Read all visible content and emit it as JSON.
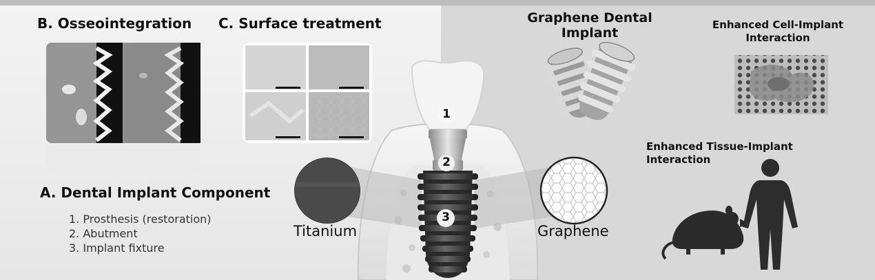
{
  "labels": {
    "osseointegration": "B. Osseointegration",
    "surface_treatment": "C. Surface treatment",
    "component_title": "A. Dental Implant Component",
    "titanium": "Titanium",
    "graphene": "Graphene",
    "graphene_implant": "Graphene Dental Implant",
    "cell_interaction": "Enhanced Cell-Implant Interaction",
    "tissue_interaction": "Enhanced Tissue-Implant Interaction"
  },
  "components": [
    "1. Prosthesis (restoration)",
    "2. Abutment",
    "3. Implant fixture"
  ],
  "markers": [
    "1",
    "2",
    "3"
  ],
  "colors": {
    "text": "#111111",
    "panel_right": "#d8d8d8",
    "implant": "#3a3a3a",
    "crown": "#f2f2f2"
  }
}
